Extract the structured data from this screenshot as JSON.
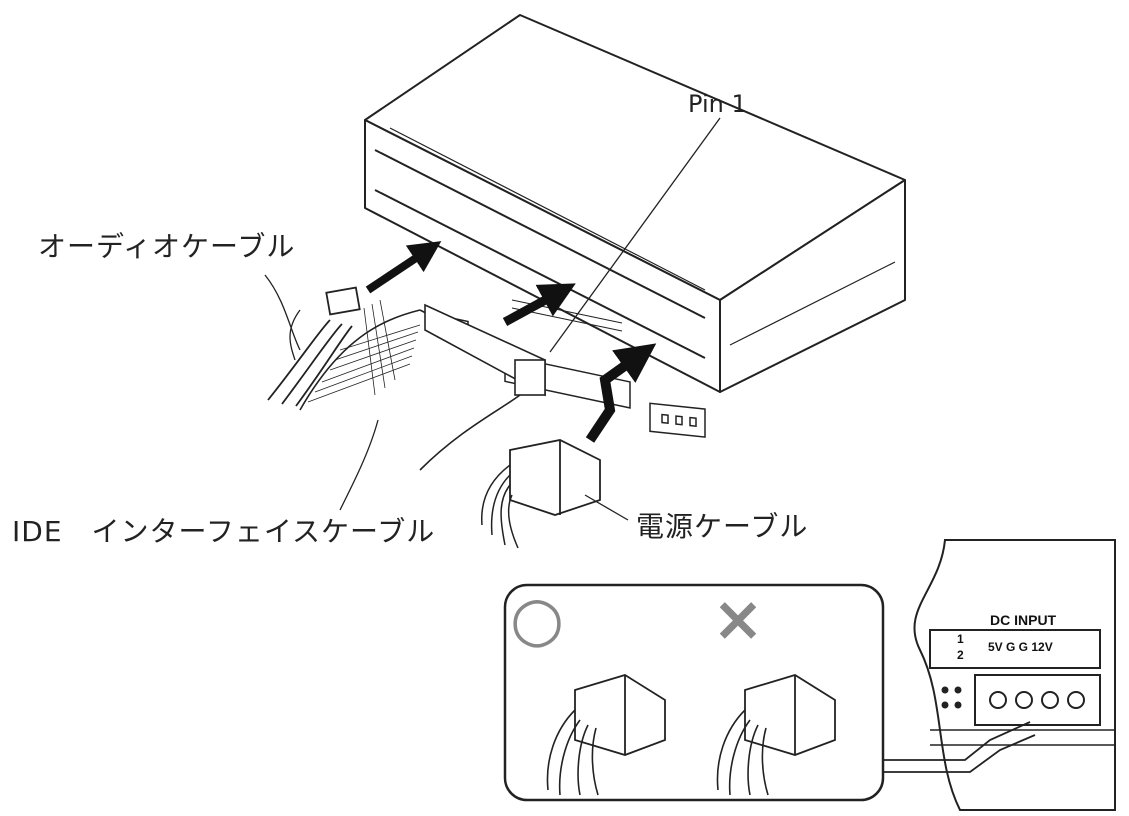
{
  "labels": {
    "audio_cable": "オーディオケーブル",
    "pin1": "Pin 1",
    "ide_cable": "IDE　インターフェイスケーブル",
    "power_cable": "電源ケーブル"
  },
  "inset": {
    "correct_mark": "○",
    "wrong_mark": "×"
  },
  "panel": {
    "title": "DC INPUT",
    "row1": "1",
    "row2": "2",
    "pinout": "5V G G 12V"
  },
  "colors": {
    "line": "#222222",
    "mark_gray": "#888888",
    "arrow": "#111111"
  }
}
